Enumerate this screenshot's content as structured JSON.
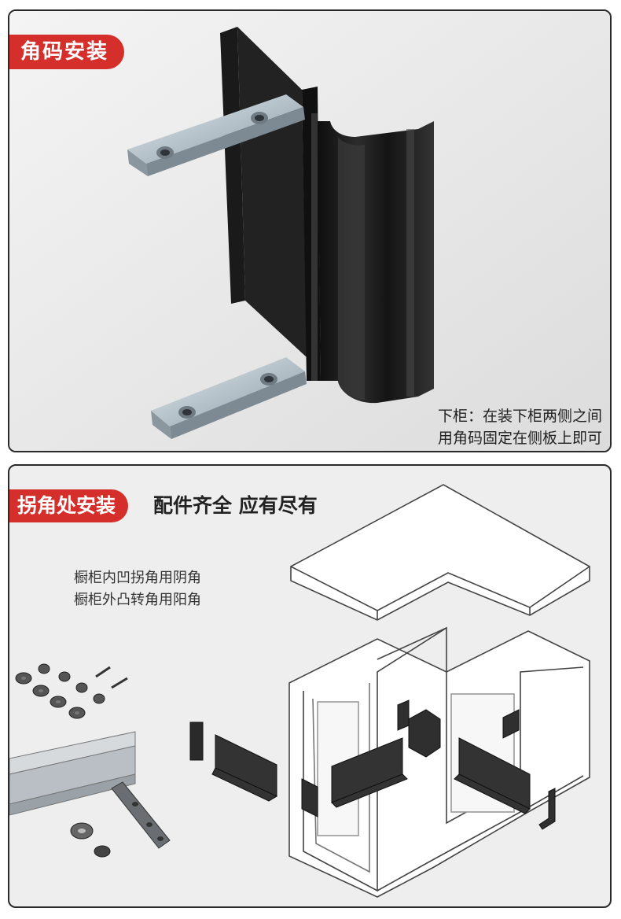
{
  "section1": {
    "tag": "角码安装",
    "caption_line1": "下柜：在装下柜两侧之间",
    "caption_line2": "用角码固定在侧板上即可"
  },
  "section2": {
    "tag": "拐角处安装",
    "tagline": "配件齐全 应有尽有",
    "note_line1": "橱柜内凹拐角用阴角",
    "note_line2": "橱柜外凸转角用阳角"
  },
  "colors": {
    "accent_red": "#d42f2b",
    "profile_black": "#1c1c1c",
    "bracket_zinc": "#b9c4cc"
  },
  "icons": {
    "product_image": "aluminum-handle-profile-with-corner-brackets",
    "diagram": "l-shaped-cabinet-exploded-diagram",
    "hardware": "screws-and-washers"
  }
}
